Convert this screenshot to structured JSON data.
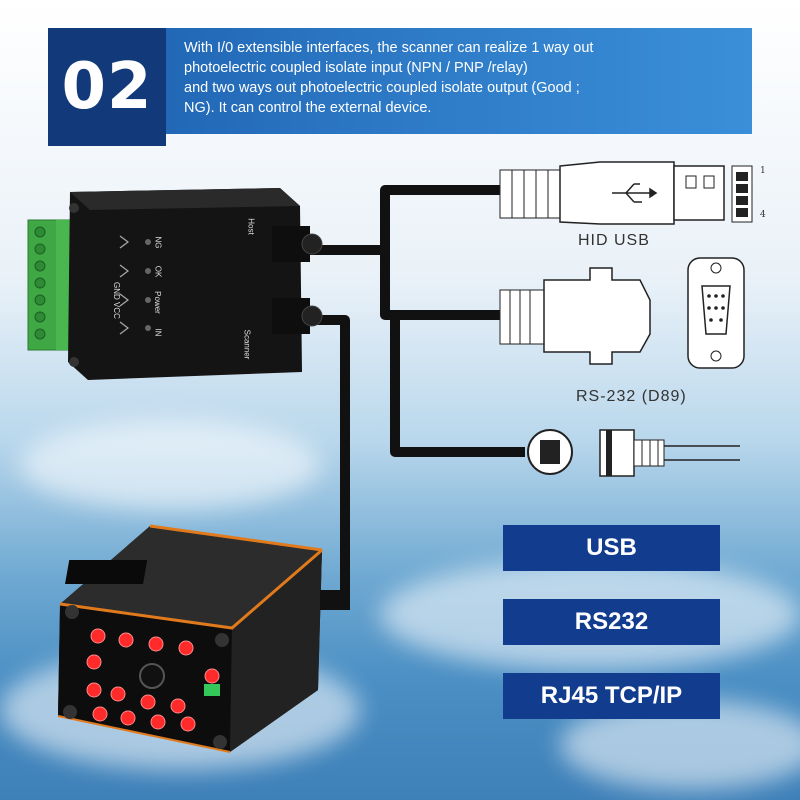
{
  "step_number": "02",
  "description_lines": [
    "With I/0 extensible interfaces, the scanner can realize 1 way out",
    "photoelectric coupled isolate input (NPN / PNP /relay)",
    "and two ways out photoelectric coupled isolate output (Good ;",
    "NG). It can control the external device."
  ],
  "connectors": {
    "usb_label": "HID USB",
    "rs232_label": "RS-232 (D89)",
    "pin_first": "1",
    "pin_last": "4"
  },
  "box_labels": {
    "host": "Host",
    "scanner": "Scanner",
    "ng": "NG",
    "ok": "OK",
    "power": "Power",
    "in": "IN",
    "gnd_vcc": "GND VCC"
  },
  "interfaces": [
    "USB",
    "RS232",
    "RJ45 TCP/IP"
  ],
  "colors": {
    "banner_blue": "#2c77c4",
    "number_box": "#123a7a",
    "badge_blue": "#123d8f",
    "terminal_green": "#3fa845",
    "led_red": "#ff2a2a",
    "accent_orange": "#e07a1c"
  }
}
